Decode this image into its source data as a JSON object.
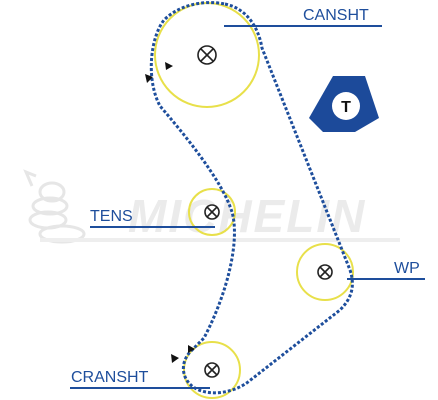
{
  "labels": {
    "camshaft": "CANSHT",
    "tensioner": "TENS",
    "water_pump": "WP",
    "crankshaft": "CRANSHT"
  },
  "badge": {
    "letter": "T"
  },
  "watermark": {
    "text": "MICHELIN"
  },
  "colors": {
    "belt": "#1e4e9c",
    "pulley": "#e8e04a",
    "label": "#1e4e9c",
    "badge_fill": "#1c4a9a",
    "watermark": "#e8e8e8"
  }
}
